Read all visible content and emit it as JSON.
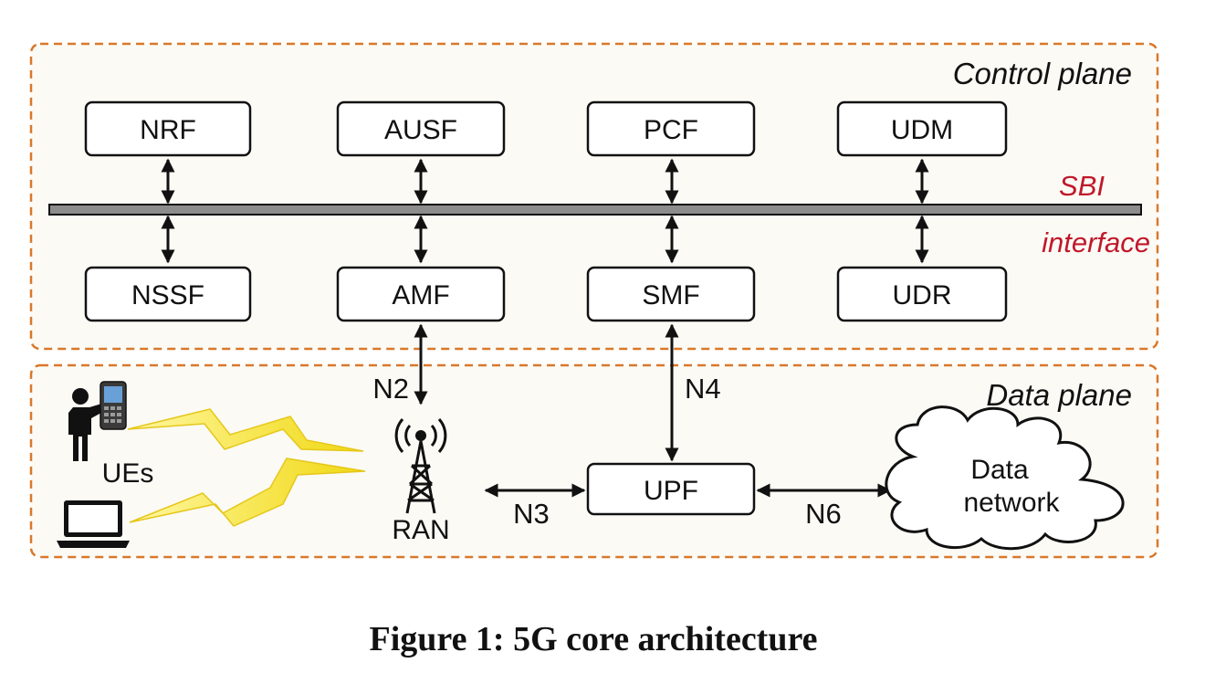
{
  "planes": {
    "control": "Control plane",
    "data": "Data plane"
  },
  "sbi": {
    "line1": "SBI",
    "line2": "interface"
  },
  "functions": {
    "nrf": "NRF",
    "ausf": "AUSF",
    "pcf": "PCF",
    "udm": "UDM",
    "nssf": "NSSF",
    "amf": "AMF",
    "smf": "SMF",
    "udr": "UDR",
    "upf": "UPF"
  },
  "interfaces": {
    "n2": "N2",
    "n3": "N3",
    "n4": "N4",
    "n6": "N6"
  },
  "nodes": {
    "ues": "UEs",
    "ran": "RAN",
    "data_network_line1": "Data",
    "data_network_line2": "network"
  },
  "caption": "Figure 1: 5G core architecture",
  "colors": {
    "plane_border": "#d9782a",
    "plane_fill": "#fbfaf5",
    "sbi_text": "#c0182a",
    "lightning": "#f3e21c"
  }
}
